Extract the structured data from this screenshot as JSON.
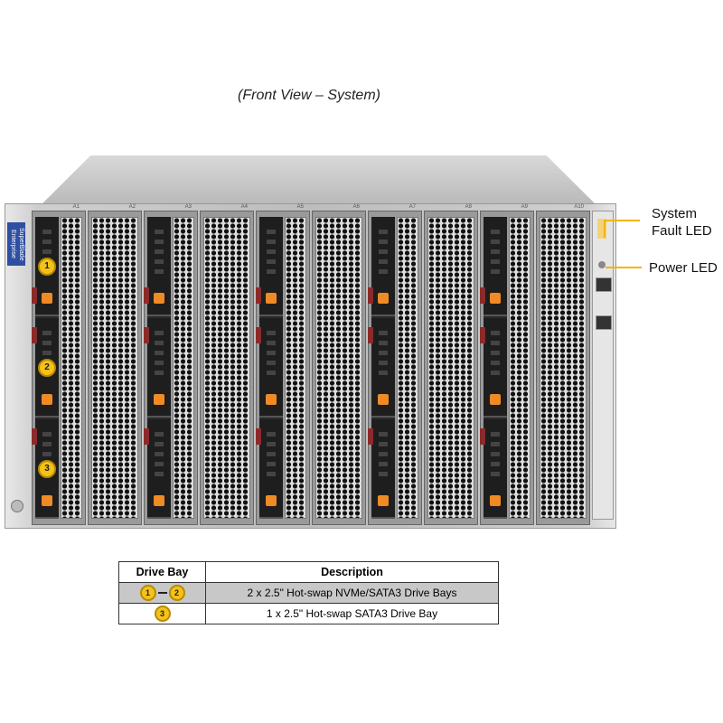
{
  "caption": "(Front View – System)",
  "logo_text": "SuperBlade Enterprise",
  "slots": [
    "A1",
    "A2",
    "A3",
    "A4",
    "A5",
    "A6",
    "A7",
    "A8",
    "A9",
    "A10"
  ],
  "blade_slots": [
    0,
    2,
    4,
    6,
    8
  ],
  "drive_badges": [
    "1",
    "2",
    "3"
  ],
  "callouts": {
    "system_fault_led": "System Fault LED",
    "power_led": "Power LED"
  },
  "table": {
    "headers": [
      "Drive Bay",
      "Description"
    ],
    "rows": [
      {
        "badges": [
          "1",
          "2"
        ],
        "description": "2 x 2.5\" Hot-swap NVMe/SATA3 Drive  Bays"
      },
      {
        "badges": [
          "3"
        ],
        "description": "1 x 2.5\" Hot-swap  SATA3 Drive  Bay"
      }
    ]
  },
  "colors": {
    "badge": "#f4c21a",
    "latch": "#f08a24",
    "callout_line": "#f4b400",
    "logo": "#2f4fa3"
  }
}
